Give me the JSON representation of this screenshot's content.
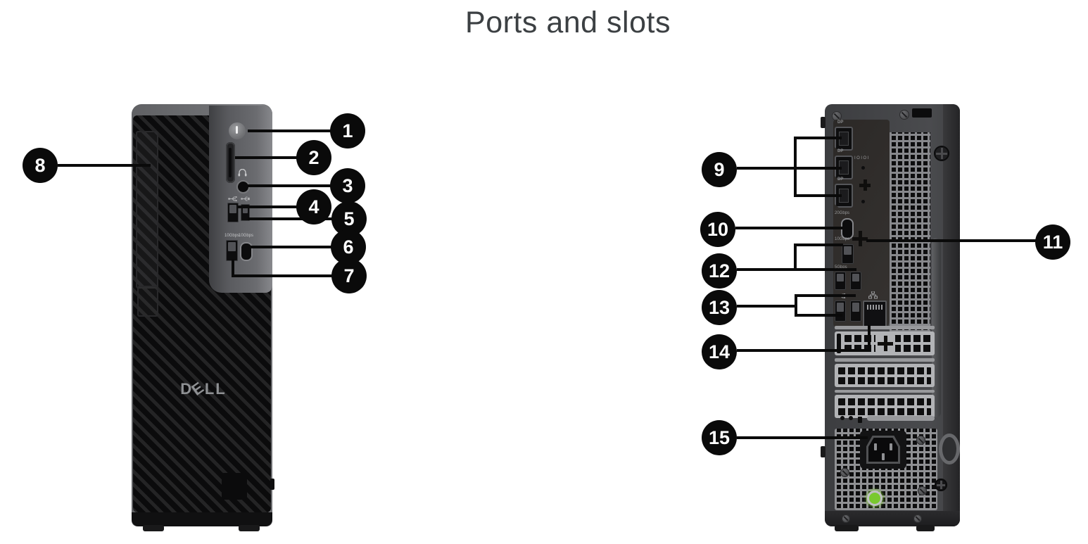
{
  "title": "Ports and slots",
  "colors": {
    "background": "#ffffff",
    "callout_bg": "#0a0a0a",
    "callout_text": "#ffffff",
    "power_led_green": "#79c92e",
    "chassis_dark": "#1a1a1b",
    "chassis_gray": "#6e6f72",
    "psu_gray": "#8f9093"
  },
  "front_view": {
    "brand_logo": "DELL",
    "brand_logo_parts": [
      "D",
      "E",
      "LL"
    ],
    "usb_labels": [
      "10Gbps",
      "10Gbps"
    ],
    "callouts": [
      {
        "number": "1",
        "points_to": "power-button"
      },
      {
        "number": "2",
        "points_to": "sd-card-slot"
      },
      {
        "number": "3",
        "points_to": "headset-jack"
      },
      {
        "number": "4",
        "points_to": "usb-a-port"
      },
      {
        "number": "5",
        "points_to": "usb-a-port"
      },
      {
        "number": "6",
        "points_to": "usb-c-port"
      },
      {
        "number": "7",
        "points_to": "usb-a-port"
      },
      {
        "number": "8",
        "points_to": "optical-drive-bay"
      }
    ]
  },
  "rear_view": {
    "display_port_label": "DP",
    "serial_port_label": "IOIOI",
    "usb_c_label": "20Gbps",
    "usb_a_label": "10Gbps",
    "usb_pair_label": "5Gbps",
    "callouts": [
      {
        "number": "9",
        "points_to": "display-ports"
      },
      {
        "number": "10",
        "points_to": "usb-c-port"
      },
      {
        "number": "11",
        "points_to": "knockout-cross"
      },
      {
        "number": "12",
        "points_to": "usb-ports"
      },
      {
        "number": "13",
        "points_to": "usb-2-ports"
      },
      {
        "number": "14",
        "points_to": "ethernet-port"
      },
      {
        "number": "15",
        "points_to": "power-connector"
      }
    ]
  }
}
